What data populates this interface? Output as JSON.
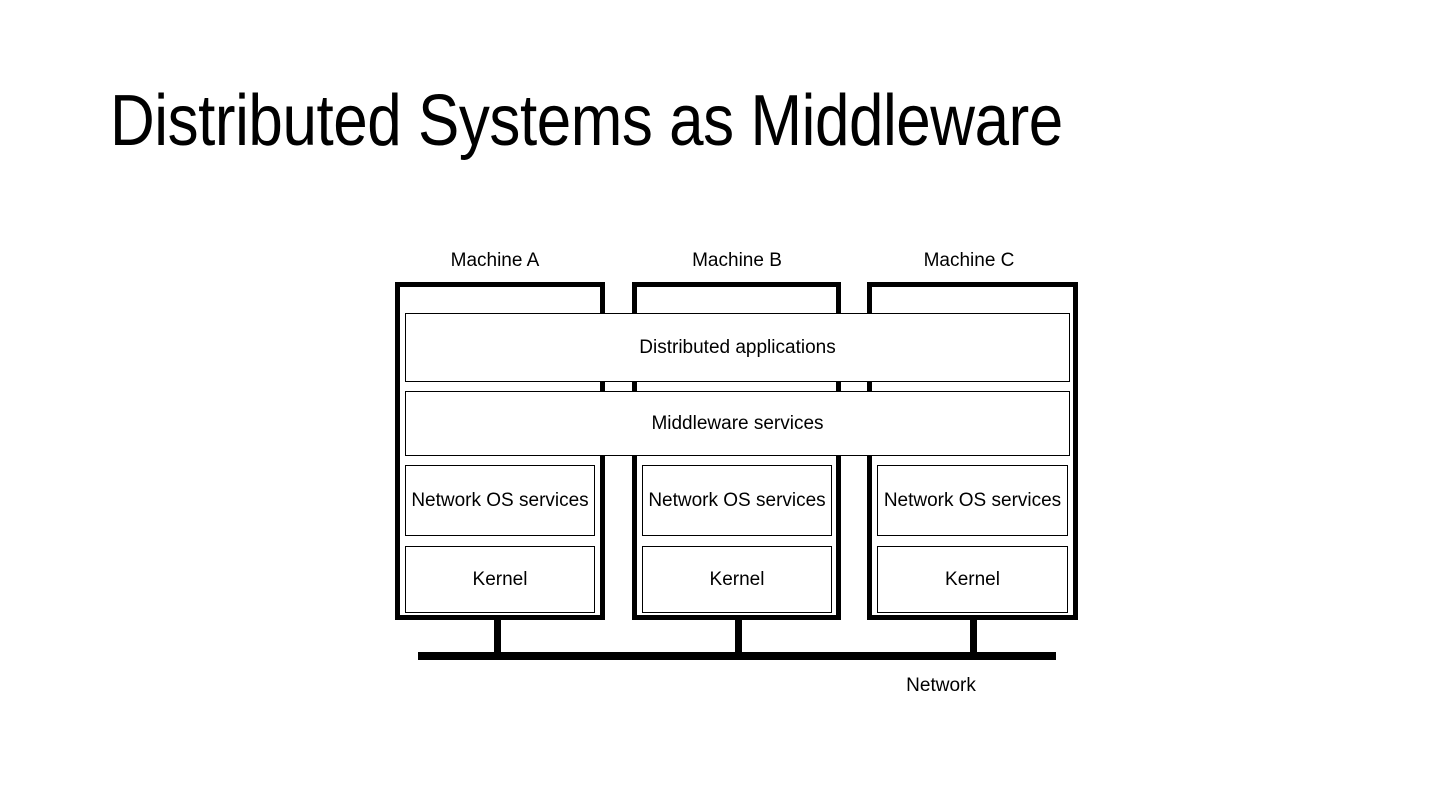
{
  "slide": {
    "title": "Distributed Systems as Middleware",
    "background_color": "#ffffff",
    "ink_color": "#000000"
  },
  "diagram": {
    "type": "layered-architecture",
    "machines": [
      {
        "label": "Machine A",
        "layers": [
          {
            "name": "Network OS services",
            "scope": "per-machine"
          },
          {
            "name": "Kernel",
            "scope": "per-machine"
          }
        ]
      },
      {
        "label": "Machine B",
        "layers": [
          {
            "name": "Network OS services",
            "scope": "per-machine"
          },
          {
            "name": "Kernel",
            "scope": "per-machine"
          }
        ]
      },
      {
        "label": "Machine C",
        "layers": [
          {
            "name": "Network OS services",
            "scope": "per-machine"
          },
          {
            "name": "Kernel",
            "scope": "per-machine"
          }
        ]
      }
    ],
    "spanning_layers": [
      {
        "name": "Distributed applications",
        "scope": "all-machines"
      },
      {
        "name": "Middleware services",
        "scope": "all-machines"
      }
    ],
    "network": {
      "label": "Network",
      "connection_count": 3
    },
    "machine_a": {
      "label": "Machine A",
      "network_os": "Network OS services",
      "kernel": "Kernel"
    },
    "machine_b": {
      "label": "Machine B",
      "network_os": "Network OS services",
      "kernel": "Kernel"
    },
    "machine_c": {
      "label": "Machine C",
      "network_os": "Network OS services",
      "kernel": "Kernel"
    },
    "distributed_applications": "Distributed applications",
    "middleware_services": "Middleware services",
    "network_label": "Network"
  }
}
